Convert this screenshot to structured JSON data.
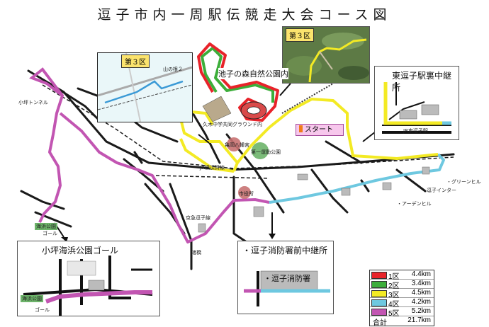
{
  "title": "逗子市内一周駅伝競走大会コース図",
  "places": {
    "ikego": "池子の森自然公園内",
    "start": "スタート",
    "higashi_zushi": "東逗子駅裏中継所",
    "fire_station_relay": "・逗子消防署前中継所",
    "fire_station": "・逗子消防署",
    "kotsubo_goal": "小坪海浜公園ゴール",
    "kaihin_koen": "海浜公園",
    "goal": "ゴール",
    "kaihin_koen_inset": "海浜公園",
    "goal_inset": "ゴール",
    "kugi_ground": "久木中学共同グラウンド内",
    "green_hill": "・グリーンヒル",
    "arden_hill": "・アーデンヒル",
    "zushi_interchange": "逗子インター",
    "jr_higashi_zushi": "JR東逗子駅",
    "jr_line": "JR横須賀線",
    "keikyu_line": "京急逗子線",
    "dai1_undo_koen": "第一運動公園",
    "shiyakusho": "市役所",
    "jinja": "亀岡八幡宮",
    "umi_no_ie": "渚橋",
    "kita_kaigan": "小坪トンネル"
  },
  "insets": {
    "zone3_map_label": "第３区",
    "zone3_photo_label": "第３区",
    "inset_place": "山の根２"
  },
  "legend": {
    "rows": [
      {
        "section": "1区",
        "km": "4.4km",
        "color": "#e8232a"
      },
      {
        "section": "2区",
        "km": "3.4km",
        "color": "#3cae3a"
      },
      {
        "section": "3区",
        "km": "4.5km",
        "color": "#f3ea24"
      },
      {
        "section": "4区",
        "km": "4.2km",
        "color": "#6ec8e0"
      },
      {
        "section": "5区",
        "km": "5.2km",
        "color": "#c255b2"
      }
    ],
    "total_label": "合計",
    "total_km": "21.7km"
  },
  "route_colors": {
    "zone1": "#e8232a",
    "zone2": "#3cae3a",
    "zone3": "#f3ea24",
    "zone4": "#6ec8e0",
    "zone5": "#c255b2",
    "road": "#1a1a1a"
  }
}
